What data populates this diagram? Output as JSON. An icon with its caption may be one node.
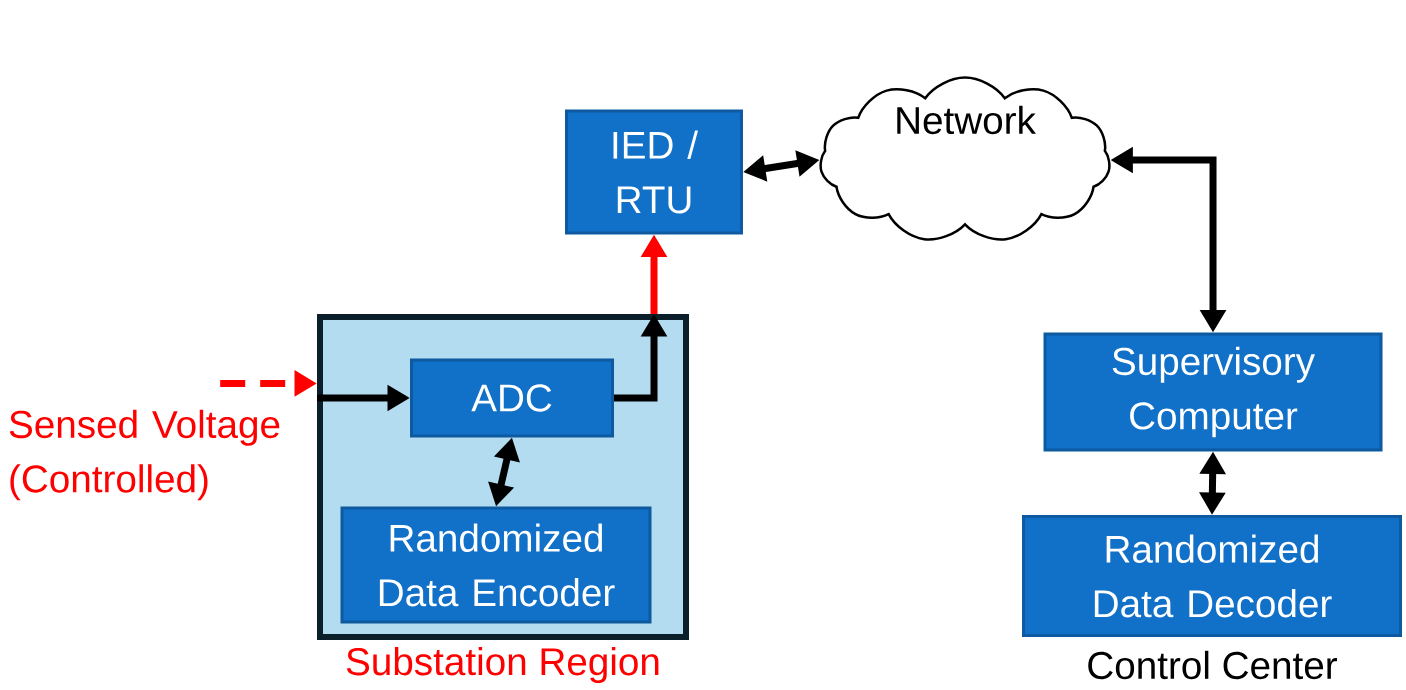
{
  "diagram": {
    "nodes": [
      {
        "text": [
          "Substation Region"
        ]
      },
      {
        "text": [
          "ADC"
        ],
        "in": 0
      },
      {
        "text": [
          "Randomized Data Encoder"
        ],
        "in": 0
      },
      {
        "text": [
          "IED / RTU"
        ]
      },
      {
        "text": [
          "Network"
        ]
      },
      {
        "text": [
          "Supervisory Computer"
        ]
      },
      {
        "text": [
          "Randomized Data Decoder"
        ],
        "beside": [
          "Control Center"
        ]
      },
      {
        "text": [
          "Sensed Voltage (Controlled)"
        ]
      }
    ],
    "edges": [
      {
        "from": 7,
        "to": 0,
        "arrow": "to",
        "style": "dashed",
        "color": "#ff0000"
      },
      {
        "from": 0,
        "to": 1,
        "arrow": "to"
      },
      {
        "from": 1,
        "to": 0,
        "arrow": "to"
      },
      {
        "from": 0,
        "to": 3,
        "arrow": "to",
        "color": "#ff0000"
      },
      {
        "from": 1,
        "to": 2,
        "arrow": "both"
      },
      {
        "from": 3,
        "to": 4,
        "arrow": "both"
      },
      {
        "from": 4,
        "to": 5,
        "arrow": "both"
      },
      {
        "from": 5,
        "to": 6,
        "arrow": "both"
      }
    ]
  }
}
